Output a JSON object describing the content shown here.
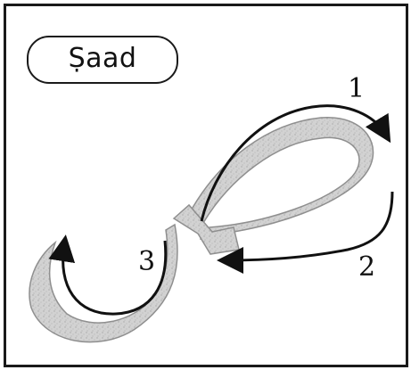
{
  "letter": {
    "name": "Ṣaad",
    "stroke_numbers": [
      "1",
      "2",
      "3"
    ]
  },
  "colors": {
    "ink": "#111111",
    "letter_fill": "#cfcfcf",
    "letter_edge": "#9a9a9a",
    "border": "#1a1a1a"
  },
  "icons": [
    "stroke-direction-arrow-icon"
  ]
}
